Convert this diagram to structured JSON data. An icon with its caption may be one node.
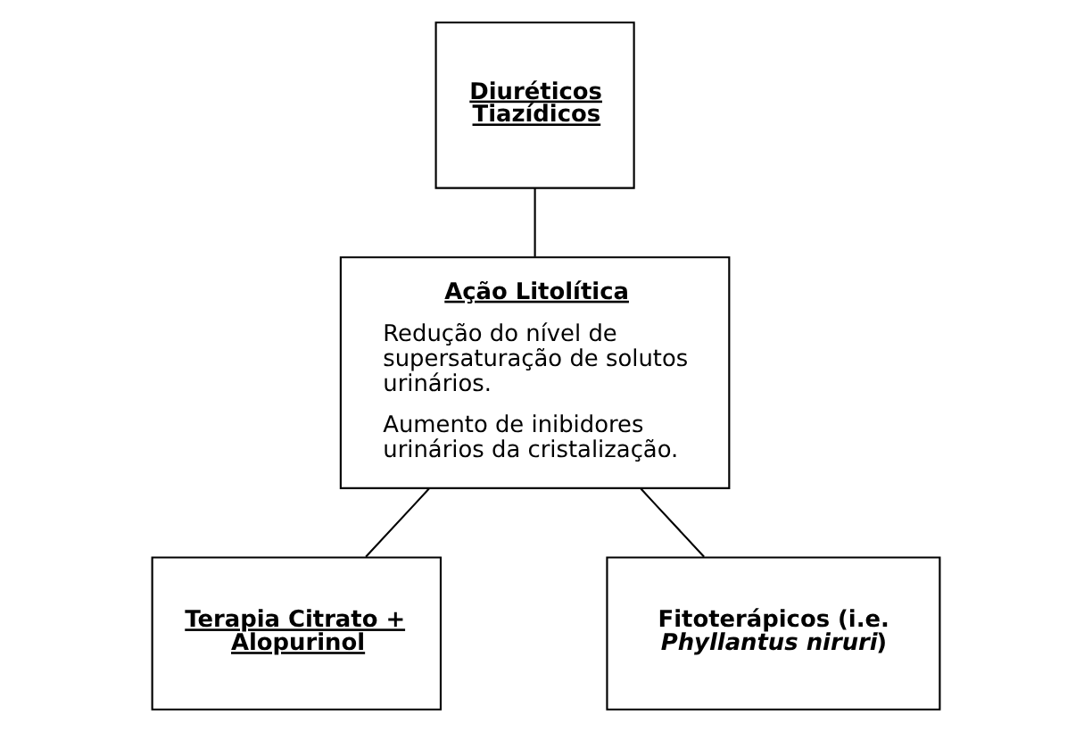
{
  "diagram": {
    "nodes": [
      {
        "text": [
          "Diuréticos Tiazídicos"
        ]
      },
      {
        "text": [
          "Ação Litolítica",
          "Redução do nível de supersaturação de solutos urinários.",
          "Aumento de inibidores urinários da cristalização."
        ]
      },
      {
        "text": [
          "Terapia Citrato + Alopurinol"
        ]
      },
      {
        "text": [
          "Fitoterápicos (i.e. *Phyllantus niruri*)"
        ]
      }
    ],
    "edges": [
      {
        "from": 0,
        "to": 1,
        "arrow": "none"
      },
      {
        "from": 1,
        "to": 2,
        "arrow": "none"
      },
      {
        "from": 1,
        "to": 3,
        "arrow": "none"
      }
    ]
  }
}
